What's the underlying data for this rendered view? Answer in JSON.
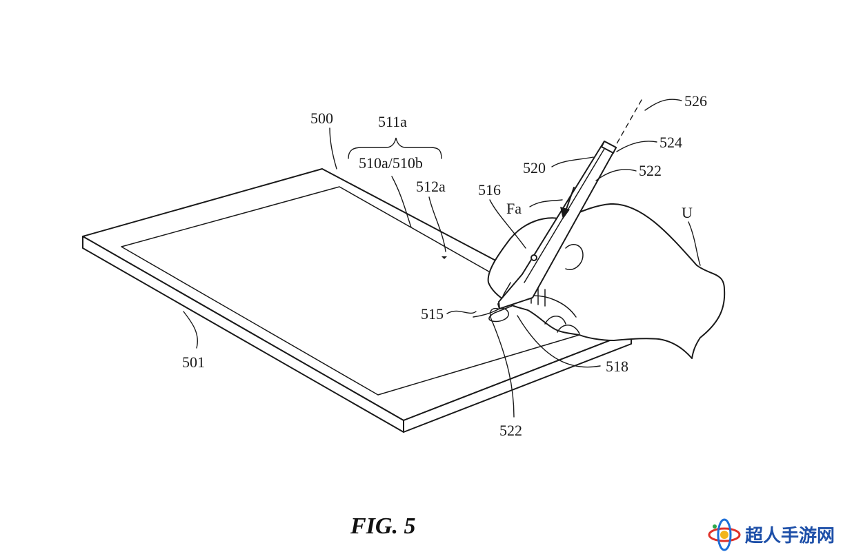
{
  "figure": {
    "caption": "FIG. 5",
    "labels": {
      "ref_500": "500",
      "ref_501": "501",
      "ref_511a": "511a",
      "ref_510": "510a/510b",
      "ref_512a": "512a",
      "ref_516": "516",
      "ref_fa": "Fa",
      "ref_520": "520",
      "ref_522_top": "522",
      "ref_524": "524",
      "ref_526": "526",
      "ref_u": "U",
      "ref_515": "515",
      "ref_518": "518",
      "ref_522_bottom": "522"
    }
  },
  "watermark": {
    "text": "超人手游网",
    "colors": {
      "text": "#1d4fa8",
      "logo_red": "#e0322a",
      "logo_blue": "#1d6fd8",
      "logo_yellow": "#f2b51b",
      "logo_green": "#2aa84a"
    }
  }
}
